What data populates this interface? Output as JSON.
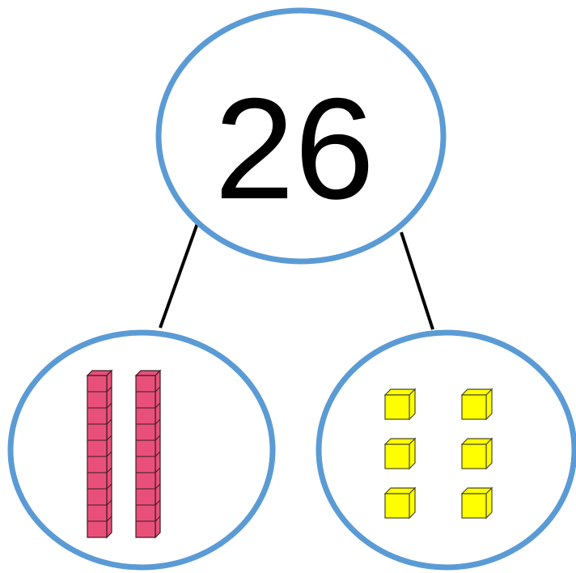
{
  "number_bond": {
    "total": "26",
    "tens": {
      "count": 2,
      "cubes_per_rod": 10,
      "fill_color": "#e8507a",
      "stroke_color": "#3a1a22"
    },
    "ones": {
      "count": 6,
      "fill_color": "#ffff00",
      "stroke_color": "#4a4a20"
    }
  },
  "colors": {
    "circle_outline": "#5b9bd5",
    "connector_line": "#000000",
    "background": "#ffffff"
  }
}
